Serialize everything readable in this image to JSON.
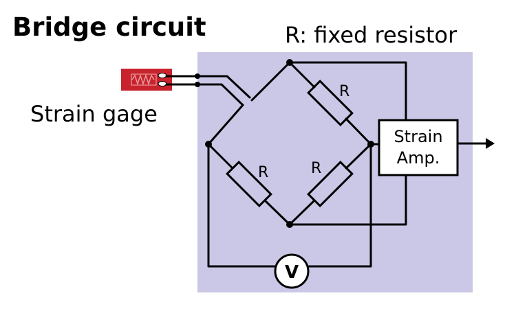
{
  "title": "Bridge circuit",
  "fixed_resistor_label": "R: fixed resistor",
  "strain_gage_label": "Strain gage",
  "resistors": [
    {
      "label": "R"
    },
    {
      "label": "R"
    },
    {
      "label": "R"
    }
  ],
  "amplifier": {
    "line1": "Strain",
    "line2": "Amp."
  },
  "voltmeter": {
    "label": "V"
  },
  "colors": {
    "panel": "#cac8e6",
    "gage_body": "#c8232c",
    "wire": "#000000"
  },
  "icons": [
    "strain-gage-icon",
    "voltmeter-icon",
    "output-arrow-icon"
  ]
}
